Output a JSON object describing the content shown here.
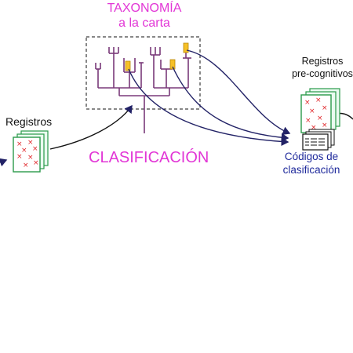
{
  "title": {
    "line1": "TAXONOMÍA",
    "line2": "a la carta"
  },
  "labels": {
    "registros": "Registros",
    "registros_pre_line1": "Registros",
    "registros_pre_line2": "pre-cognitivos",
    "clasificacion": "CLASIFICACIÓN",
    "codigos_line1": "Códigos de",
    "codigos_line2": "clasificación"
  },
  "colors": {
    "accent_magenta": "#e236d6",
    "tree": "#7a3a7a",
    "arrow": "#222266",
    "highlight": "#f6c026",
    "record_border": "#2a9a4a",
    "record_fill": "#eafaf0",
    "mark": "#e0262a",
    "label_blue": "#1f2a9c"
  }
}
